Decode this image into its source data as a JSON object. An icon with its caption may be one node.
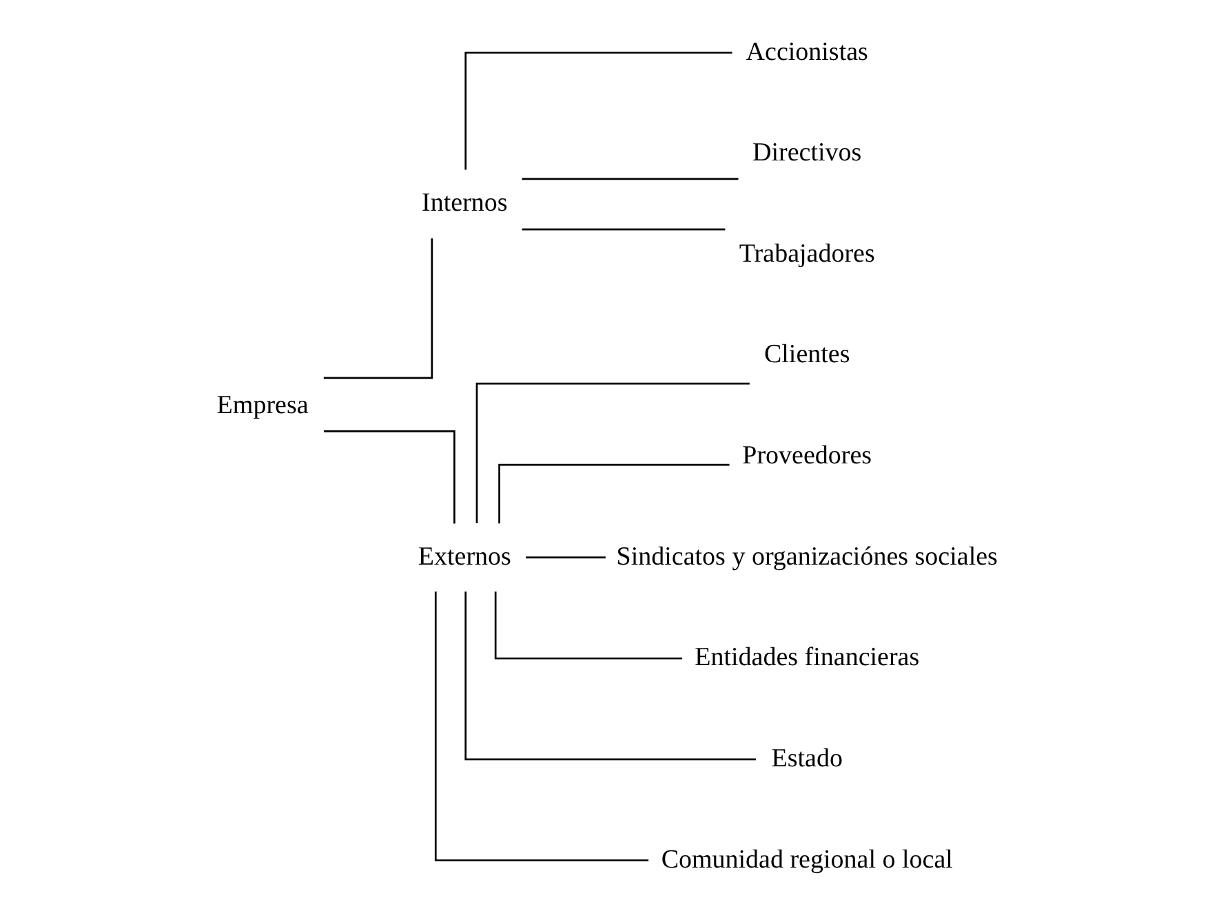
{
  "diagram": {
    "nodes": [
      {
        "text": [
          "Empresa"
        ]
      },
      {
        "text": [
          "Internos"
        ]
      },
      {
        "text": [
          "Externos"
        ]
      },
      {
        "text": [
          "Accionistas"
        ]
      },
      {
        "text": [
          "Directivos"
        ]
      },
      {
        "text": [
          "Trabajadores"
        ]
      },
      {
        "text": [
          "Clientes"
        ]
      },
      {
        "text": [
          "Proveedores"
        ]
      },
      {
        "text": [
          "Sindicatos y organizaciónes sociales"
        ]
      },
      {
        "text": [
          "Entidades financieras"
        ]
      },
      {
        "text": [
          "Estado"
        ]
      },
      {
        "text": [
          "Comunidad regional o local"
        ]
      }
    ],
    "edges": [
      {
        "from": 0,
        "to": 1,
        "arrow": "none"
      },
      {
        "from": 0,
        "to": 2,
        "arrow": "none"
      },
      {
        "from": 1,
        "to": 3,
        "arrow": "none"
      },
      {
        "from": 1,
        "to": 4,
        "arrow": "none"
      },
      {
        "from": 1,
        "to": 5,
        "arrow": "none"
      },
      {
        "from": 2,
        "to": 6,
        "arrow": "none"
      },
      {
        "from": 2,
        "to": 7,
        "arrow": "none"
      },
      {
        "from": 2,
        "to": 8,
        "arrow": "none"
      },
      {
        "from": 2,
        "to": 9,
        "arrow": "none"
      },
      {
        "from": 2,
        "to": 10,
        "arrow": "none"
      },
      {
        "from": 2,
        "to": 11,
        "arrow": "none"
      }
    ]
  }
}
